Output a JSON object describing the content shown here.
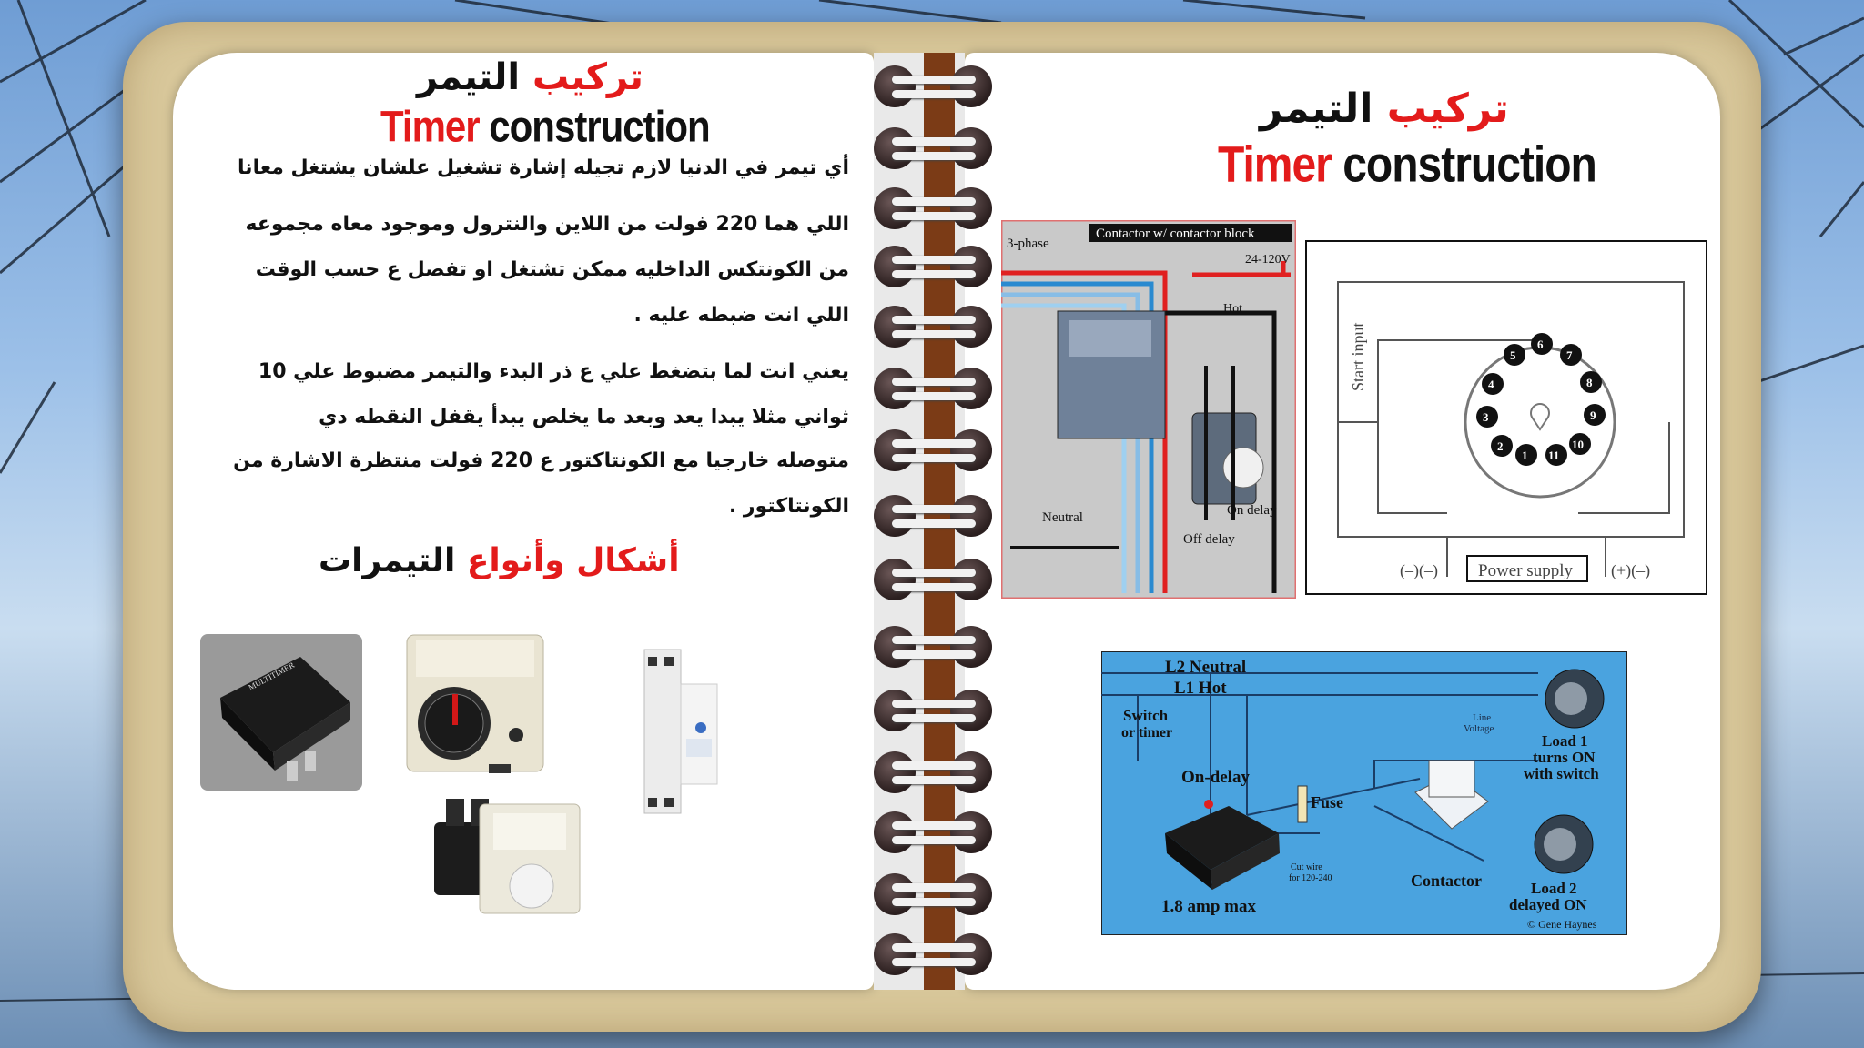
{
  "left_page": {
    "title_ar_red": "تركيب",
    "title_ar_black": "التيمر",
    "title_en_red": "Timer",
    "title_en_black": "construction",
    "paragraphs": [
      "أي تيمر  في الدنيا لازم تجيله إشارة تشغيل  علشان يشتغل  معانا",
      "اللي هما  220 فولت من اللاين والنترول  وموجود معاه مجموعه",
      "من الكونتكس الداخليه  ممكن تشتغل او تفصل  ع  حسب الوقت",
      "اللي انت ضبطه عليه .",
      "يعني  انت لما بتضغط علي  ع  ذر البدء  والتيمر مضبوط علي 10",
      "ثواني مثلا يبدا يعد وبعد ما يخلص يبدأ يقفل النقطه  دي",
      "متوصله خارجيا مع الكونتاكتور  ع 220 فولت منتظرة الاشارة من",
      "الكونتاكتور ."
    ],
    "subtitle_black": "التيمرات",
    "subtitle_red": "أشكال وأنواع",
    "photos": [
      "multitimer-relay",
      "analog-dial-timer",
      "din-rail-timer",
      "socket-timer"
    ],
    "photo_label": "MULTITIMER"
  },
  "right_page": {
    "title_ar_red": "تركيب",
    "title_ar_black": "التيمر",
    "title_en_red": "Timer",
    "title_en_black": "construction",
    "diagram1": {
      "phase": "3-phase",
      "header": "Contactor w/ contactor block",
      "voltage": "24-120V",
      "hot": "Hot",
      "neutral": "Neutral",
      "on_delay": "On delay",
      "off_delay": "Off delay"
    },
    "diagram2": {
      "start_input": "Start input",
      "pins": [
        "1",
        "2",
        "3",
        "4",
        "5",
        "6",
        "7",
        "8",
        "9",
        "10",
        "11"
      ],
      "left_sign": "(–)(–)",
      "power_supply": "Power supply",
      "right_sign": "(+)(–)"
    },
    "diagram3": {
      "l2": "L2 Neutral",
      "l1": "L1 Hot",
      "switch": "Switch",
      "or_timer": "or timer",
      "on_delay": "On-delay",
      "fuse": "Fuse",
      "line_voltage_1": "Line",
      "line_voltage_2": "Voltage",
      "cut_wire_1": "Cut wire",
      "cut_wire_2": "for 120-240",
      "amp": "1.8 amp max",
      "contactor": "Contactor",
      "load1_1": "Load 1",
      "load1_2": "turns ON",
      "load1_3": "with switch",
      "load2_1": "Load 2",
      "load2_2": "delayed ON",
      "credit": "© Gene Haynes"
    }
  },
  "colors": {
    "accent_red": "#e31b1b",
    "frame": "#d8c79a",
    "spine": "#7b3b16",
    "diagram3_bg": "#4aa3df"
  }
}
